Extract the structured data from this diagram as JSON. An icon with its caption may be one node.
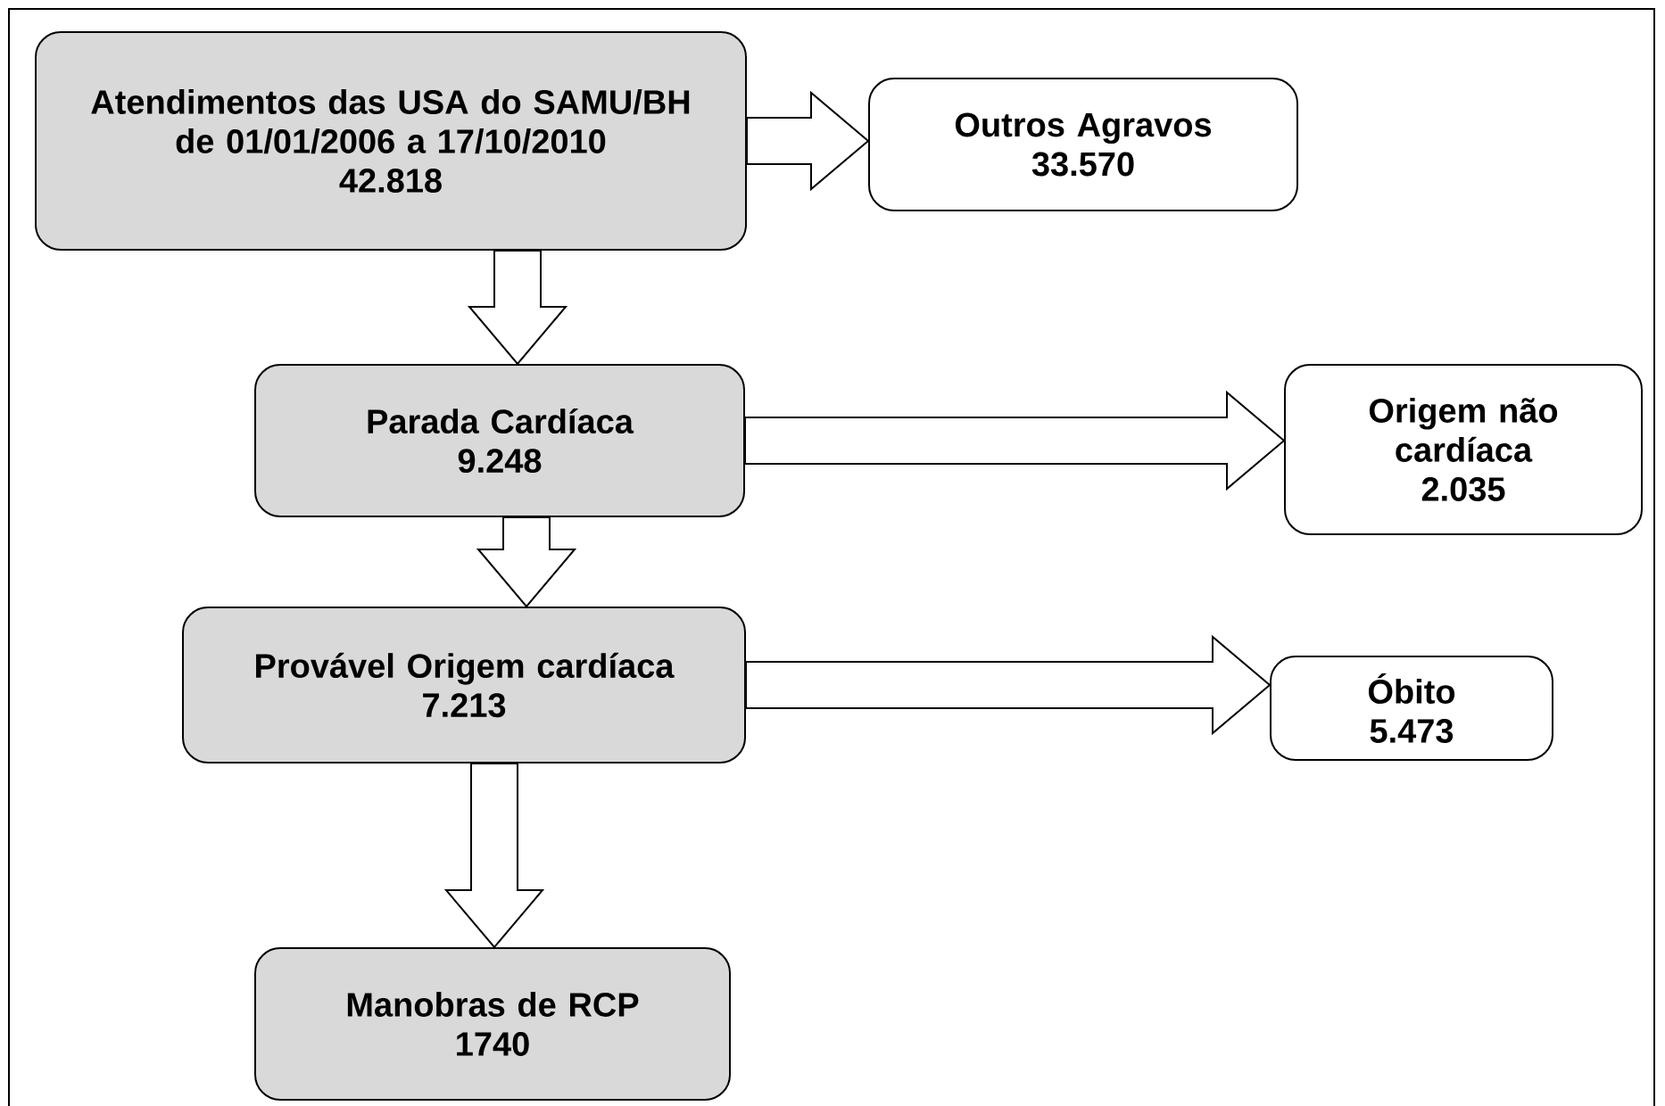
{
  "diagram": {
    "nodes": [
      {
        "text": [
          "Atendimentos das USA do SAMU/BH de 01/01/2006 a 17/10/2010",
          "42.818"
        ]
      },
      {
        "text": [
          "Outros Agravos",
          "33.570"
        ]
      },
      {
        "text": [
          "Parada Cardíaca",
          "9.248"
        ]
      },
      {
        "text": [
          "Origem não cardíaca",
          "2.035"
        ]
      },
      {
        "text": [
          "Provável Origem cardíaca",
          "7.213"
        ]
      },
      {
        "text": [
          "Óbito",
          "5.473"
        ]
      },
      {
        "text": [
          "Manobras de RCP",
          "1740"
        ]
      }
    ],
    "edges": [
      {
        "from": 0,
        "to": 1,
        "arrow": "to"
      },
      {
        "from": 0,
        "to": 2,
        "arrow": "to"
      },
      {
        "from": 2,
        "to": 3,
        "arrow": "to"
      },
      {
        "from": 2,
        "to": 4,
        "arrow": "to"
      },
      {
        "from": 4,
        "to": 5,
        "arrow": "to"
      },
      {
        "from": 4,
        "to": 6,
        "arrow": "to"
      }
    ]
  }
}
